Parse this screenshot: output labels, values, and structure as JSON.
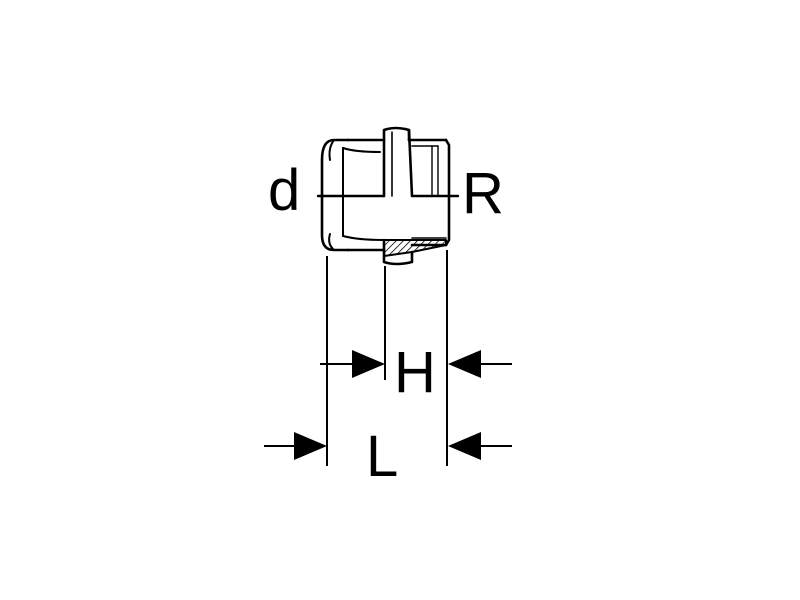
{
  "diagram": {
    "labels": {
      "d": "d",
      "R": "R",
      "H": "H",
      "L": "L"
    },
    "colors": {
      "ink": "#000000",
      "background": "#ffffff"
    }
  }
}
